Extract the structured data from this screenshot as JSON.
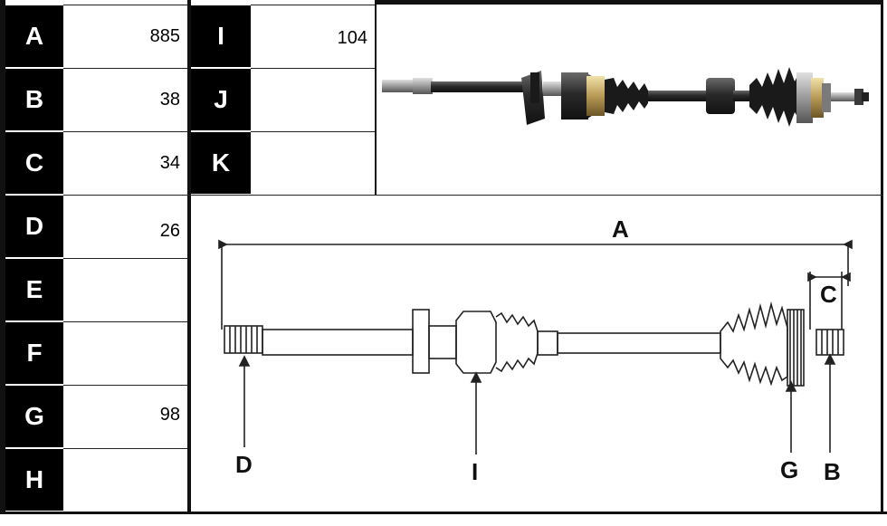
{
  "parameters_left": [
    {
      "letter": "A",
      "value": "885"
    },
    {
      "letter": "B",
      "value": "38"
    },
    {
      "letter": "C",
      "value": "34"
    },
    {
      "letter": "D",
      "value": "26"
    },
    {
      "letter": "E",
      "value": ""
    },
    {
      "letter": "F",
      "value": ""
    },
    {
      "letter": "G",
      "value": "98"
    },
    {
      "letter": "H",
      "value": ""
    }
  ],
  "parameters_right": [
    {
      "letter": "I",
      "value": "104"
    },
    {
      "letter": "J",
      "value": ""
    },
    {
      "letter": "K",
      "value": ""
    }
  ],
  "diagram_labels": {
    "A": "A",
    "B": "B",
    "C": "C",
    "D": "D",
    "G": "G",
    "I": "I"
  },
  "photo": {
    "subject": "drive-shaft-photo"
  }
}
